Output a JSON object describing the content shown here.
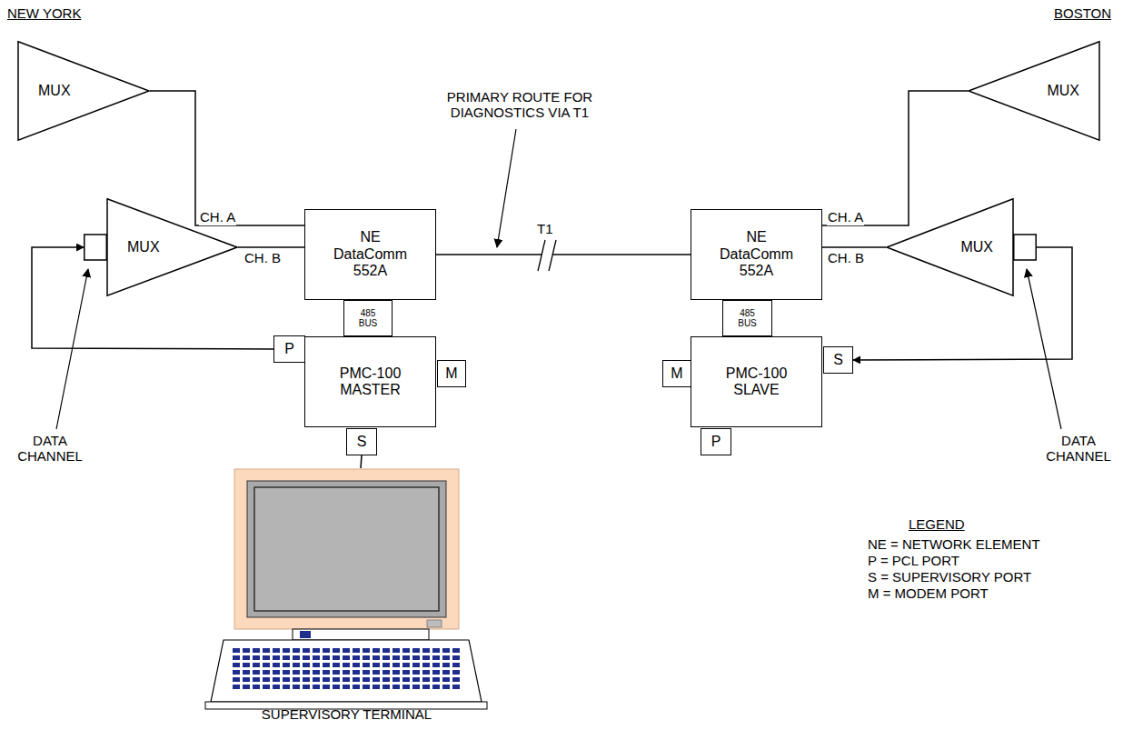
{
  "diagram": {
    "nodes": [
      {
        "text": [
          "MUX"
        ]
      },
      {
        "text": [
          "NE DataComm 552A"
        ]
      },
      {
        "text": [
          "MUX"
        ]
      },
      {
        "text": [
          "485 BUS"
        ]
      },
      {
        "text": [
          "PMC-100 MASTER"
        ]
      },
      {
        "text": [
          "P"
        ],
        "in": 4
      },
      {
        "text": [
          "M"
        ],
        "in": 4
      },
      {
        "text": [
          "S"
        ],
        "in": 4
      },
      {
        "text": [
          "SUPERVISORY TERMINAL"
        ]
      },
      {
        "text": [
          "MUX"
        ]
      },
      {
        "text": [
          "NE DataComm 552A"
        ]
      },
      {
        "text": [
          "MUX"
        ]
      },
      {
        "text": [
          "485 BUS"
        ]
      },
      {
        "text": [
          "PMC-100 SLAVE"
        ]
      },
      {
        "text": [
          "M"
        ],
        "in": 13
      },
      {
        "text": [
          "S"
        ],
        "in": 13
      },
      {
        "text": [
          "P"
        ],
        "in": 13
      }
    ],
    "edges": [
      {
        "from": 0,
        "to": 1,
        "label": "CH. A",
        "arrow": "none"
      },
      {
        "from": 2,
        "to": 1,
        "label": "CH. B",
        "arrow": "none"
      },
      {
        "from": 1,
        "to": 10,
        "label": "T1",
        "arrow": "none"
      },
      {
        "from": 10,
        "to": 9,
        "label": "CH. A",
        "arrow": "none"
      },
      {
        "from": 10,
        "to": 11,
        "label": "CH. B",
        "arrow": "none"
      },
      {
        "from": 5,
        "to": 2,
        "arrow": "to"
      },
      {
        "from": 11,
        "to": 15,
        "arrow": "to"
      },
      {
        "from": 7,
        "to": 8,
        "arrow": "none"
      }
    ],
    "labels": [
      "NEW YORK",
      "BOSTON",
      "PRIMARY ROUTE FOR DIAGNOSTICS VIA T1",
      "DATA CHANNEL",
      "DATA CHANNEL",
      "LEGEND"
    ],
    "legend": [
      {
        "text": "NE = NETWORK ELEMENT"
      },
      {
        "text": "P = PCL PORT"
      },
      {
        "text": "S = SUPERVISORY PORT"
      },
      {
        "text": "M = MODEM PORT"
      }
    ]
  }
}
